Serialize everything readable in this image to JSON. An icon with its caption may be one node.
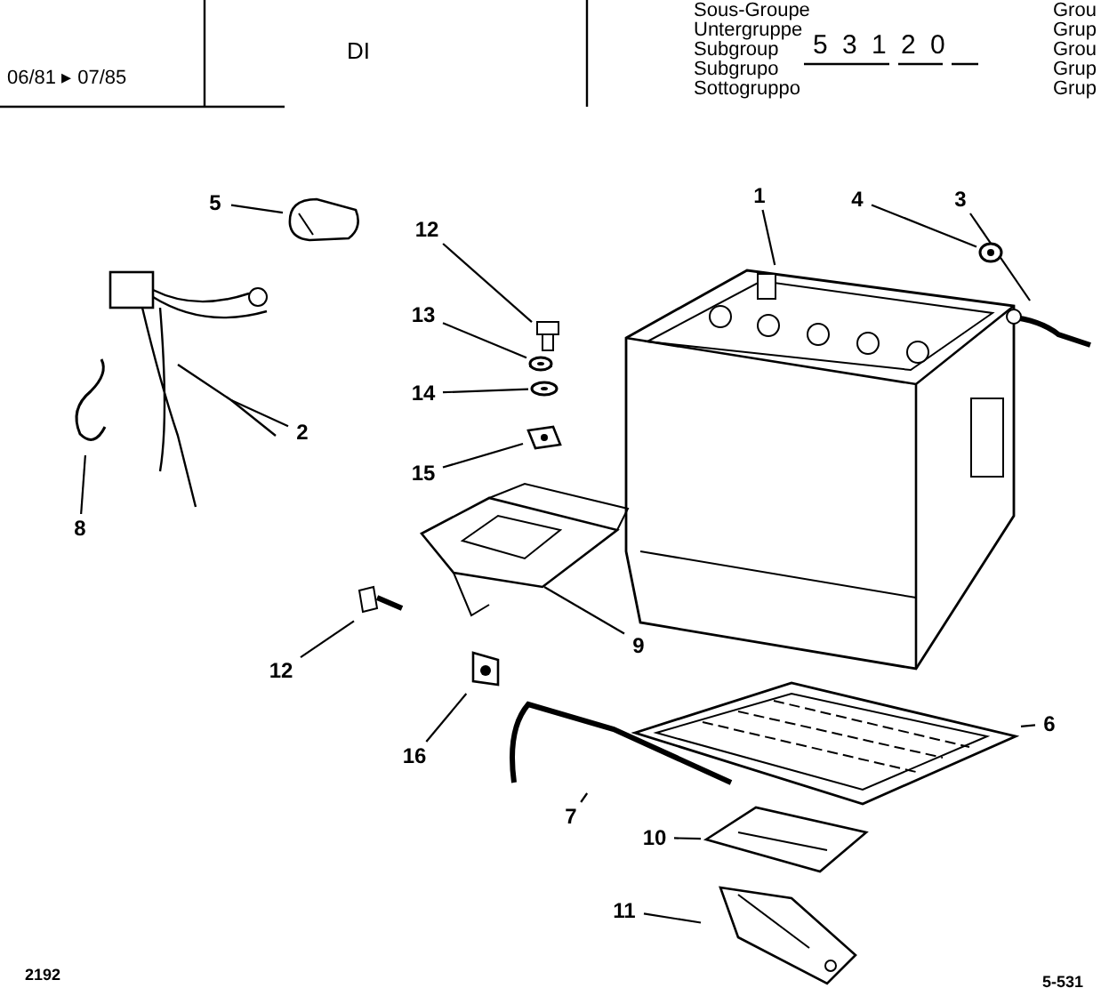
{
  "diagram": {
    "nodes": [
      {
        "text": [
          "5"
        ]
      },
      {
        "text": [
          "12"
        ]
      },
      {
        "text": [
          "1"
        ]
      },
      {
        "text": [
          "4"
        ]
      },
      {
        "text": [
          "3"
        ]
      },
      {
        "text": [
          "13"
        ]
      },
      {
        "text": [
          "14"
        ]
      },
      {
        "text": [
          "2"
        ]
      },
      {
        "text": [
          "15"
        ]
      },
      {
        "text": [
          "8"
        ]
      },
      {
        "text": [
          "9"
        ]
      },
      {
        "text": [
          "12"
        ]
      },
      {
        "text": [
          "6"
        ]
      },
      {
        "text": [
          "16"
        ]
      },
      {
        "text": [
          "7"
        ]
      },
      {
        "text": [
          "10"
        ]
      },
      {
        "text": [
          "11"
        ]
      },
      {
        "text": [],
        "shape": "picture"
      },
      {
        "text": [],
        "shape": "picture"
      },
      {
        "text": [],
        "shape": "picture"
      },
      {
        "text": [],
        "shape": "picture"
      },
      {
        "text": [],
        "shape": "picture"
      },
      {
        "text": [],
        "shape": "picture"
      },
      {
        "text": [],
        "shape": "picture"
      },
      {
        "text": [],
        "shape": "picture"
      },
      {
        "text": [],
        "shape": "picture"
      },
      {
        "text": [],
        "shape": "picture"
      },
      {
        "text": [],
        "shape": "picture"
      },
      {
        "text": [],
        "shape": "picture"
      },
      {
        "text": [],
        "shape": "picture"
      },
      {
        "text": [],
        "shape": "picture"
      },
      {
        "text": [],
        "shape": "picture"
      },
      {
        "text": [],
        "shape": "picture"
      },
      {
        "text": [],
        "shape": "picture"
      }
    ],
    "edges": [
      {
        "from": 0,
        "to": 17,
        "arrow": "none"
      },
      {
        "from": 1,
        "to": 18,
        "arrow": "none"
      },
      {
        "from": 2,
        "to": 19,
        "arrow": "none"
      },
      {
        "from": 3,
        "to": 20,
        "arrow": "none"
      },
      {
        "from": 4,
        "to": 21,
        "arrow": "none"
      },
      {
        "from": 5,
        "to": 22,
        "arrow": "none"
      },
      {
        "from": 6,
        "to": 23,
        "arrow": "none"
      },
      {
        "from": 7,
        "to": 24,
        "arrow": "none"
      },
      {
        "from": 8,
        "to": 25,
        "arrow": "none"
      },
      {
        "from": 9,
        "to": 26,
        "arrow": "none"
      },
      {
        "from": 10,
        "to": 27,
        "arrow": "none"
      },
      {
        "from": 11,
        "to": 28,
        "arrow": "none"
      },
      {
        "from": 12,
        "to": 29,
        "arrow": "none"
      },
      {
        "from": 13,
        "to": 30,
        "arrow": "none"
      },
      {
        "from": 14,
        "to": 31,
        "arrow": "none"
      },
      {
        "from": 15,
        "to": 32,
        "arrow": "none"
      },
      {
        "from": 16,
        "to": 33,
        "arrow": "none"
      }
    ],
    "labels": [
      "06/81 ▸ 07/85",
      "DI",
      "Sous-Groupe",
      "Untergruppe",
      "Subgroup",
      "Subgrupo",
      "Sottogruppo",
      "5 3 1 2 0",
      "Grou",
      "Grup",
      "Grou",
      "Grup",
      "Grup",
      "2192",
      "5-531"
    ]
  }
}
